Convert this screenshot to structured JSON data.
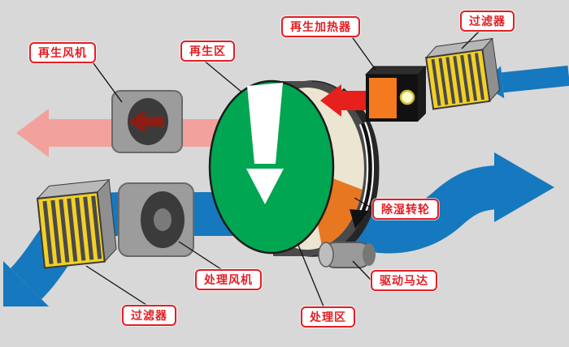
{
  "diagram": {
    "labels": {
      "regen_fan": "再生风机",
      "regen_zone": "再生区",
      "regen_heater": "再生加热器",
      "filter_top": "过滤器",
      "rotor": "除湿转轮",
      "drive_motor": "驱动马达",
      "process_zone": "处理区",
      "process_fan": "处理风机",
      "filter_bottom": "过滤器"
    },
    "colors": {
      "background": "#d8d8d8",
      "process_air": "#1678be",
      "regen_exhaust": "#f2a19c",
      "hot_air": "#e8201c",
      "wheel_face": "#00a651",
      "wheel_sector": "#e87722",
      "heater_body": "#f47a20",
      "filter": "#f2d026",
      "label_accent": "#e31e24"
    }
  }
}
